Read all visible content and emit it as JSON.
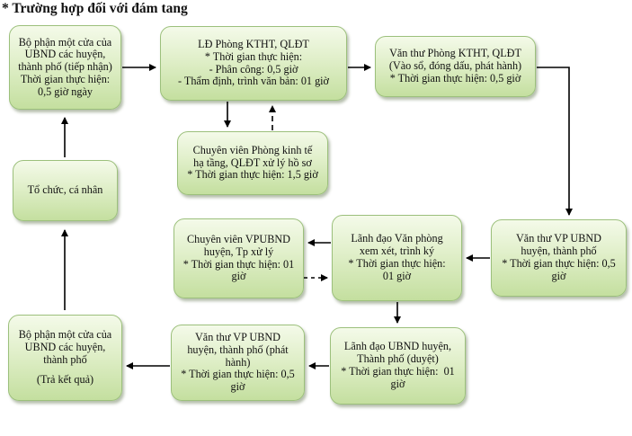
{
  "title": "* Trường hợp đối với đám tang",
  "boxes": {
    "reception": [
      "Bộ phận một cửa của",
      "UBND các huyện,",
      "thành phố (tiếp nhận)",
      "Thời gian thực hiện:",
      "0,5 giờ ngày"
    ],
    "citizen": [
      "Tổ chức, cá nhân"
    ],
    "return_results": [
      "Bộ phận một cửa của",
      "UBND các huyện,",
      "thành phố",
      "",
      "(Trả kết quả)"
    ],
    "ktht_leader": [
      "LĐ Phòng KTHT, QLĐT",
      "* Thời gian thực hiện:",
      "- Phân công: 0,5 giờ",
      "- Thẩm định, trình văn bản: 01 giờ"
    ],
    "ktht_specialist": [
      "Chuyên viên Phòng kinh tế",
      "hạ tầng, QLĐT xử lý hồ sơ",
      "* Thời gian thực hiện: 1,5 giờ"
    ],
    "ktht_clerk": [
      "Văn thư Phòng KTHT, QLĐT",
      "(Vào sổ, đóng dấu, phát hành)",
      "* Thời gian thực hiện: 0,5 giờ"
    ],
    "vp_clerk_in": [
      "Văn thư VP UBND",
      "huyện, thành phố",
      "* Thời gian thực hiện: 0,5",
      "giờ"
    ],
    "vp_leader": [
      "Lãnh đạo Văn phòng",
      "xem xét, trình ký",
      "* Thời gian thực hiện:",
      "01 giờ"
    ],
    "vp_specialist": [
      "Chuyên viên VPUBND",
      "huyện, Tp xử lý",
      "* Thời gian thực hiện: 01",
      "giờ"
    ],
    "ubnd_leader": [
      "Lãnh đạo UBND huyện,",
      "Thành phố (duyệt)",
      "* Thời gian thực hiện:  01",
      "giờ"
    ],
    "vp_clerk_out": [
      "Văn thư VP UBND",
      "huyện, thành phố (phát",
      "hành)",
      "* Thời gian thực hiện: 0,5",
      "giờ"
    ]
  },
  "colors": {
    "box_top": "#f4fae9",
    "box_bottom": "#c4df9f",
    "box_border": "#9cc07c",
    "arrow": "#000000"
  }
}
